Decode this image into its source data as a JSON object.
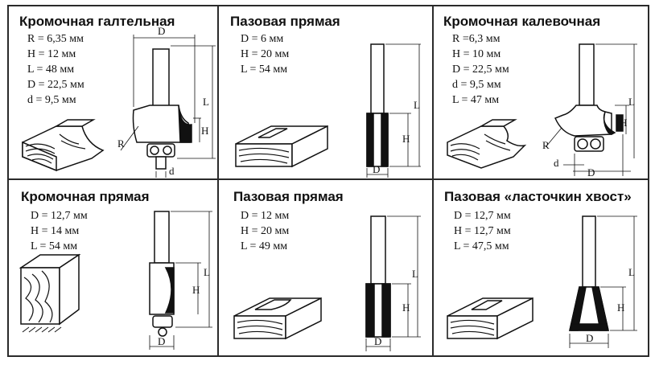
{
  "cutters": [
    {
      "title": "Кромочная галтельная",
      "specs": [
        "R = 6,35 мм",
        "H = 12 мм",
        "L = 48 мм",
        "D = 22,5 мм",
        "d = 9,5 мм"
      ],
      "dims": {
        "D": "D",
        "L": "L",
        "H": "H",
        "R": "R",
        "d": "d"
      }
    },
    {
      "title": "Пазовая прямая",
      "specs": [
        "D = 6 мм",
        "H = 20 мм",
        "L = 54 мм"
      ],
      "dims": {
        "D": "D",
        "L": "L",
        "H": "H"
      }
    },
    {
      "title": "Кромочная калевочная",
      "specs": [
        "R =6,3 мм",
        "H = 10 мм",
        "D = 22,5 мм",
        "d = 9,5 мм",
        "L = 47 мм"
      ],
      "dims": {
        "L": "L",
        "H": "H",
        "R": "R",
        "d": "d",
        "D": "D"
      }
    },
    {
      "title": "Кромочная прямая",
      "specs": [
        "D = 12,7 мм",
        "H = 14 мм",
        "L = 54 мм"
      ],
      "dims": {
        "L": "L",
        "H": "H",
        "D": "D"
      }
    },
    {
      "title": "Пазовая прямая",
      "specs": [
        "D = 12 мм",
        "H = 20 мм",
        "L = 49 мм"
      ],
      "dims": {
        "L": "L",
        "H": "H",
        "D": "D"
      }
    },
    {
      "title": "Пазовая «ласточкин хвост»",
      "specs": [
        "D = 12,7 мм",
        "H = 12,7 мм",
        "L = 47,5 мм"
      ],
      "dims": {
        "L": "L",
        "H": "H",
        "D": "D"
      }
    }
  ]
}
